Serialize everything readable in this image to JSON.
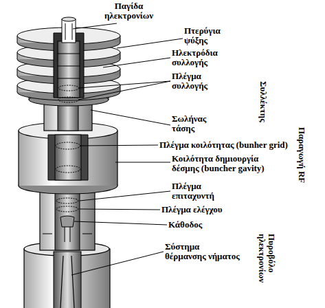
{
  "diagram": {
    "labels": [
      "Παγίδα ηλεκτρονίων",
      "Πτερύγια ψύξης",
      "Ηλεκτρόδια συλλογής",
      "Πλέγμα συλλογής",
      "Συλλέκτης",
      "Σωλήνας τάσης",
      "Πλέγμα κοιλότητας (bunher grid)",
      "Κοιλότητα δημιουργία δέσμης (buncher gavity)",
      "Παραγωγή RF",
      "Πλέγμα επιταχυντή",
      "Πλέγμα ελέγχου",
      "Κάθοδος",
      "Σύστημα θέρμανσης νήματος",
      "Πυροβόλο ηλεκτρονίων"
    ]
  }
}
